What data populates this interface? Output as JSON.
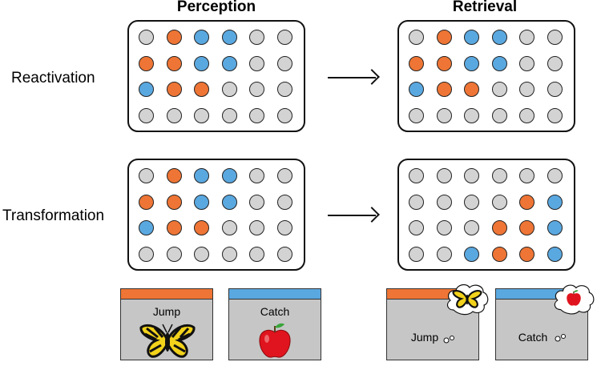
{
  "headers": {
    "perception": "Perception",
    "retrieval": "Retrieval"
  },
  "rows": {
    "reactivation": "Reactivation",
    "transformation": "Transformation"
  },
  "colors": {
    "orange": "#ee7535",
    "blue": "#5aa8e0",
    "gray": "#d3d3d3"
  },
  "grids": {
    "reactivation_perception": [
      [
        "g",
        "o",
        "b",
        "b",
        "g",
        "g"
      ],
      [
        "o",
        "o",
        "b",
        "b",
        "g",
        "g"
      ],
      [
        "b",
        "o",
        "o",
        "g",
        "g",
        "g"
      ],
      [
        "g",
        "g",
        "g",
        "g",
        "g",
        "g"
      ]
    ],
    "reactivation_retrieval": [
      [
        "g",
        "o",
        "b",
        "b",
        "g",
        "g"
      ],
      [
        "o",
        "o",
        "b",
        "b",
        "g",
        "g"
      ],
      [
        "b",
        "o",
        "o",
        "g",
        "g",
        "g"
      ],
      [
        "g",
        "g",
        "g",
        "g",
        "g",
        "g"
      ]
    ],
    "transformation_perception": [
      [
        "g",
        "o",
        "b",
        "b",
        "g",
        "g"
      ],
      [
        "o",
        "o",
        "b",
        "b",
        "g",
        "g"
      ],
      [
        "b",
        "o",
        "o",
        "g",
        "g",
        "g"
      ],
      [
        "g",
        "g",
        "g",
        "g",
        "g",
        "g"
      ]
    ],
    "transformation_retrieval": [
      [
        "g",
        "g",
        "g",
        "g",
        "g",
        "g"
      ],
      [
        "g",
        "g",
        "g",
        "g",
        "o",
        "b"
      ],
      [
        "g",
        "g",
        "g",
        "o",
        "o",
        "b"
      ],
      [
        "g",
        "g",
        "b",
        "o",
        "o",
        "b"
      ]
    ]
  },
  "cards": {
    "perception_jump": {
      "word": "Jump",
      "bar": "orange",
      "icon": "butterfly-icon"
    },
    "perception_catch": {
      "word": "Catch",
      "bar": "blue",
      "icon": "apple-icon"
    },
    "retrieval_jump": {
      "word": "Jump",
      "bar": "orange",
      "icon": "butterfly-icon"
    },
    "retrieval_catch": {
      "word": "Catch",
      "bar": "blue",
      "icon": "apple-icon"
    }
  }
}
